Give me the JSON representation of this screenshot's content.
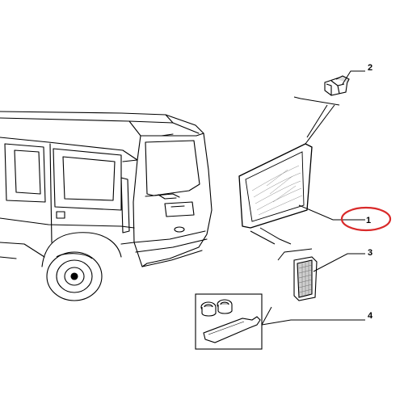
{
  "callouts": [
    {
      "number": "1",
      "part": "rear-window-glass",
      "highlighted": true
    },
    {
      "number": "2",
      "part": "window-clip"
    },
    {
      "number": "3",
      "part": "adhesive-pad"
    },
    {
      "number": "4",
      "part": "bonding-kit"
    }
  ],
  "colors": {
    "line": "#000000",
    "highlight": "#d92a2a",
    "background": "#ffffff",
    "shading": "#cfcfcf"
  }
}
